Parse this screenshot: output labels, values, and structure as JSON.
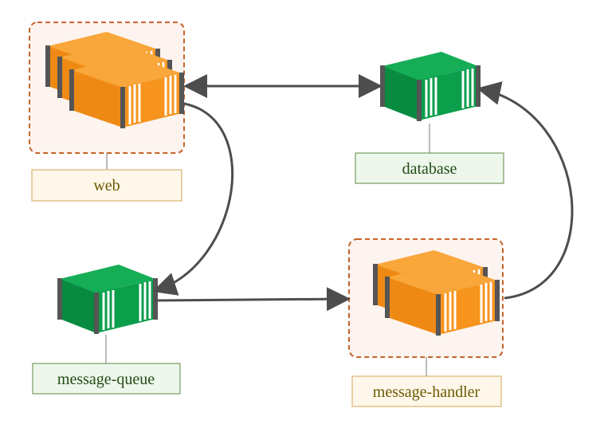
{
  "nodes": {
    "web": {
      "label": "web",
      "type": "replicated-service"
    },
    "database": {
      "label": "database",
      "type": "single-service"
    },
    "message_queue": {
      "label": "message-queue",
      "type": "single-service"
    },
    "message_handler": {
      "label": "message-handler",
      "type": "replicated-service"
    }
  },
  "edges": [
    {
      "from": "web",
      "to": "database",
      "direction": "bidirectional"
    },
    {
      "from": "web",
      "to": "message-queue",
      "direction": "forward"
    },
    {
      "from": "message-queue",
      "to": "message-handler",
      "direction": "forward"
    },
    {
      "from": "message-handler",
      "to": "database",
      "direction": "forward"
    }
  ],
  "colors": {
    "orange_container": "#f7941d",
    "green_container": "#0b9e4b",
    "group_border": "#c7632a",
    "group_fill": "#fdf3ef",
    "orange_label_fill": "#fff7e9",
    "orange_label_border": "#d3a75a",
    "orange_label_text": "#6b5a00",
    "green_label_fill": "#eef7ec",
    "green_label_border": "#5c8a3e",
    "green_label_text": "#214a14",
    "arrow": "#4d4d4d"
  }
}
